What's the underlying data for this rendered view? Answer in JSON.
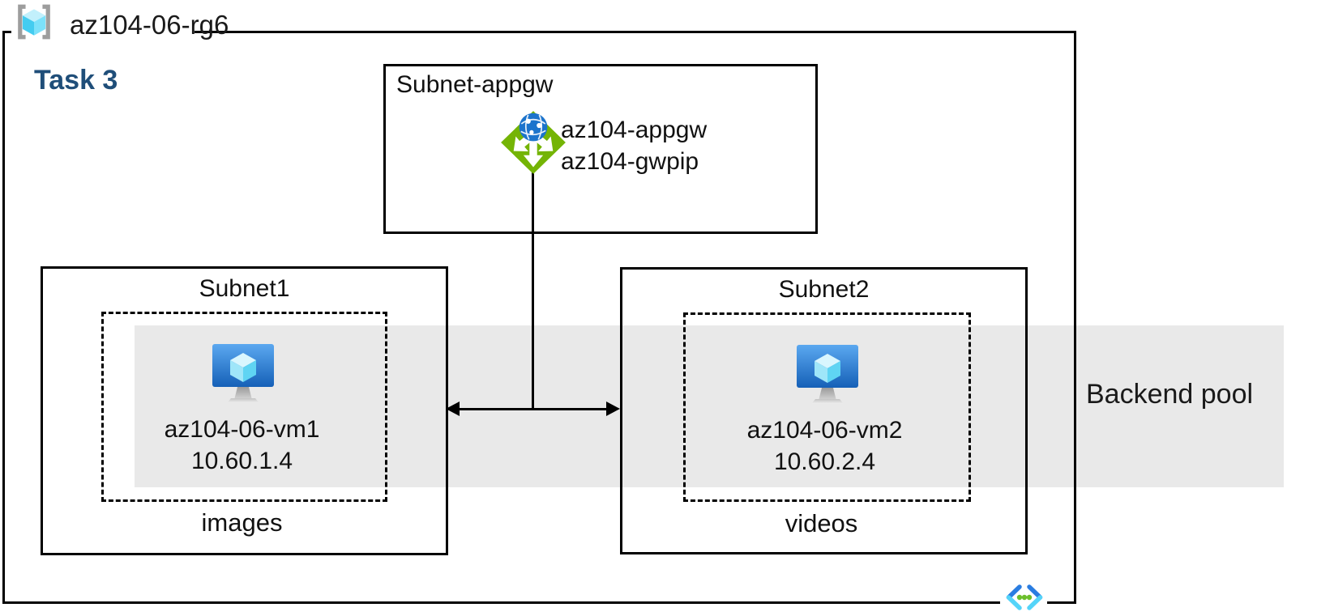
{
  "diagram": {
    "resource_group": {
      "name": "az104-06-rg6"
    },
    "task_label": "Task 3",
    "appgw_subnet": {
      "title": "Subnet-appgw",
      "gateway_name": "az104-appgw",
      "gateway_public_ip": "az104-gwpip"
    },
    "subnet1": {
      "title": "Subnet1",
      "vm_name": "az104-06-vm1",
      "vm_ip": "10.60.1.4",
      "folder_label": "images"
    },
    "subnet2": {
      "title": "Subnet2",
      "vm_name": "az104-06-vm2",
      "vm_ip": "10.60.2.4",
      "folder_label": "videos"
    },
    "backend_pool_label": "Backend pool",
    "icons": {
      "resource_group": "resource-group-icon",
      "application_gateway": "application-gateway-icon",
      "virtual_machine_1": "virtual-machine-icon",
      "virtual_machine_2": "virtual-machine-icon",
      "virtual_network": "virtual-network-icon"
    },
    "colors": {
      "border": "#000000",
      "task_label": "#1f4e79",
      "backend_pool_band": "#e9e9e9",
      "appgw_green": "#74b405",
      "globe_blue": "#1c74cc",
      "vm_screen_top": "#5ba8f0",
      "vm_screen_bottom": "#1560b7",
      "cube_cyan_light": "#d9f6fe",
      "cube_cyan_mid": "#9fe6f9",
      "cube_cyan_dark": "#5fd4f3",
      "bracket_gray": "#9d9d9d",
      "vnet_chevron_blue": "#2a7de1",
      "vnet_chevron_cyan": "#54d4f9",
      "vnet_dot_green": "#6cbf2c"
    }
  }
}
